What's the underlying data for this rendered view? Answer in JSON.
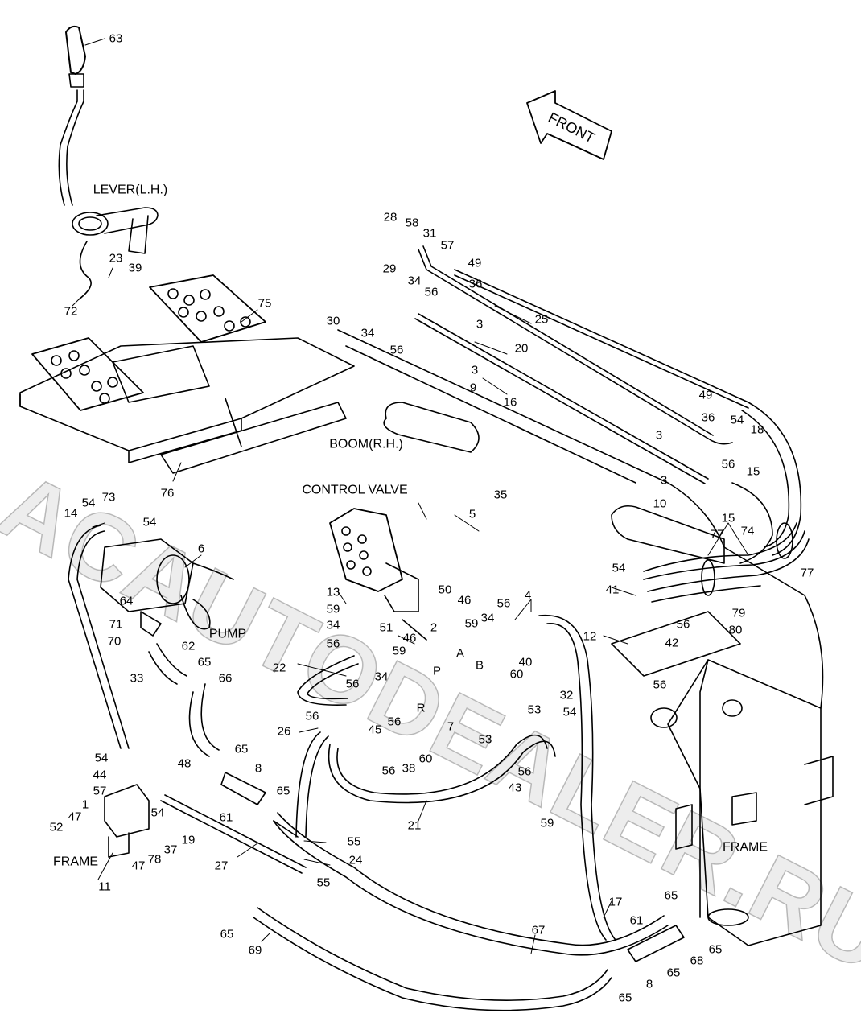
{
  "watermark": "ACAUTODEALER.RU",
  "front_label": "FRONT",
  "texts": {
    "lever": "LEVER(L.H.)",
    "boom": "BOOM(R.H.)",
    "control_valve": "CONTROL VALVE",
    "pump": "PUMP",
    "frame_left": "FRAME",
    "frame_right": "FRAME"
  },
  "callouts": [
    "63",
    "72",
    "23",
    "39",
    "75",
    "76",
    "28",
    "58",
    "31",
    "57",
    "49",
    "36",
    "29",
    "34",
    "56",
    "30",
    "34",
    "56",
    "3",
    "3",
    "9",
    "25",
    "20",
    "16",
    "49",
    "36",
    "54",
    "18",
    "3",
    "3",
    "10",
    "56",
    "15",
    "15",
    "35",
    "5",
    "74",
    "77",
    "77",
    "54",
    "41",
    "79",
    "80",
    "42",
    "56",
    "12",
    "32",
    "54",
    "56",
    "14",
    "54",
    "73",
    "54",
    "6",
    "64",
    "71",
    "70",
    "62",
    "33",
    "65",
    "66",
    "13",
    "59",
    "34",
    "56",
    "22",
    "51",
    "46",
    "50",
    "46",
    "2",
    "59",
    "34",
    "56",
    "4",
    "59",
    "40",
    "60",
    "56",
    "45",
    "56",
    "34",
    "56",
    "26",
    "38",
    "56",
    "60",
    "21",
    "53",
    "53",
    "7",
    "56",
    "43",
    "59",
    "54",
    "44",
    "57",
    "1",
    "52",
    "47",
    "11",
    "47",
    "78",
    "37",
    "19",
    "48",
    "54",
    "65",
    "8",
    "61",
    "65",
    "27",
    "55",
    "24",
    "55",
    "65",
    "69",
    "17",
    "61",
    "67",
    "65",
    "65",
    "68",
    "8",
    "65",
    "65",
    "P",
    "A",
    "B",
    "R"
  ]
}
